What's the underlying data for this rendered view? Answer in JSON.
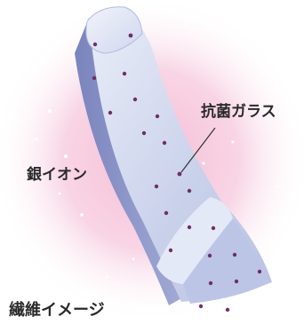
{
  "labels": {
    "antibacterial_glass": "抗菌ガラス",
    "silver_ion": "銀イオン",
    "fiber_image": "繊維イメージ"
  },
  "colors": {
    "glow": "#f4b8d3",
    "fiber_face": "#c7d0ea",
    "fiber_top": "#e3e8f6",
    "fiber_side": "#8790c3",
    "ion_dot": "#6e2f66",
    "sparkle": "#ffffff"
  }
}
